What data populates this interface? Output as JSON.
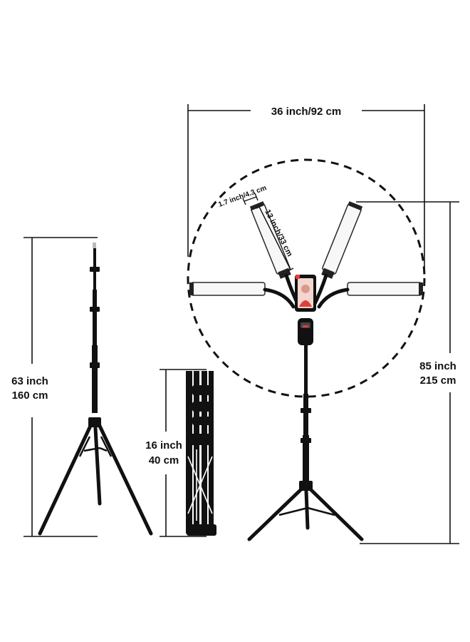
{
  "colors": {
    "stand": "#111111",
    "panel_fill": "#f7f7f7",
    "panel_edge": "#2a2a2a",
    "dimension_line": "#111111",
    "phone_case": "#e0403a",
    "background": "#ffffff"
  },
  "dimensions": {
    "light_span": "36 inch/92 cm",
    "panel_width": "1.7 inch/4.3 cm",
    "panel_length": "13 inch/33 cm",
    "tripod_height_in": "63 inch",
    "tripod_height_cm": "160 cm",
    "folded_height_in": "16 inch",
    "folded_height_cm": "40 cm",
    "total_height_in": "85 inch",
    "total_height_cm": "215 cm"
  },
  "icons": {
    "tripod": "tripod-stand-icon",
    "folded": "folded-tripod-icon",
    "light": "multi-arm-led-light-icon",
    "phone": "phone-holder-icon"
  }
}
